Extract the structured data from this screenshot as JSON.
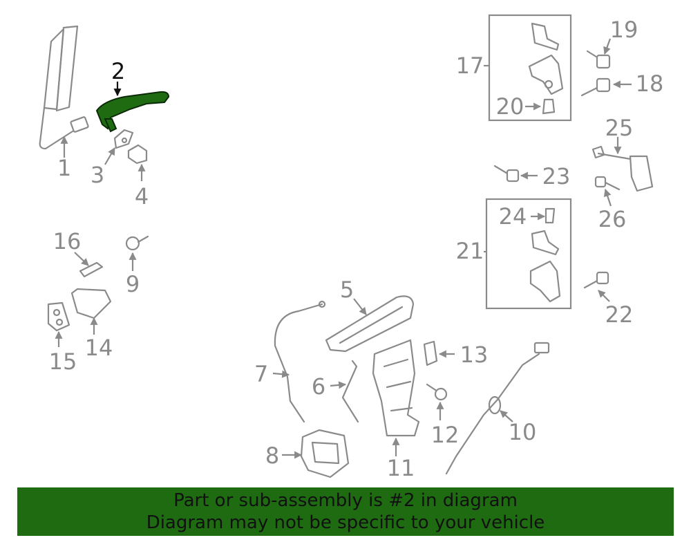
{
  "highlight_color": "#1e6b12",
  "highlight_part": "2",
  "callouts": [
    "1",
    "2",
    "3",
    "4",
    "5",
    "6",
    "7",
    "8",
    "9",
    "10",
    "11",
    "12",
    "13",
    "14",
    "15",
    "16",
    "17",
    "18",
    "19",
    "20",
    "21",
    "22",
    "23",
    "24",
    "25",
    "26"
  ],
  "banner": {
    "line1": "Part or sub-assembly is #2 in diagram",
    "line2": "Diagram may not be specific to your vehicle"
  }
}
